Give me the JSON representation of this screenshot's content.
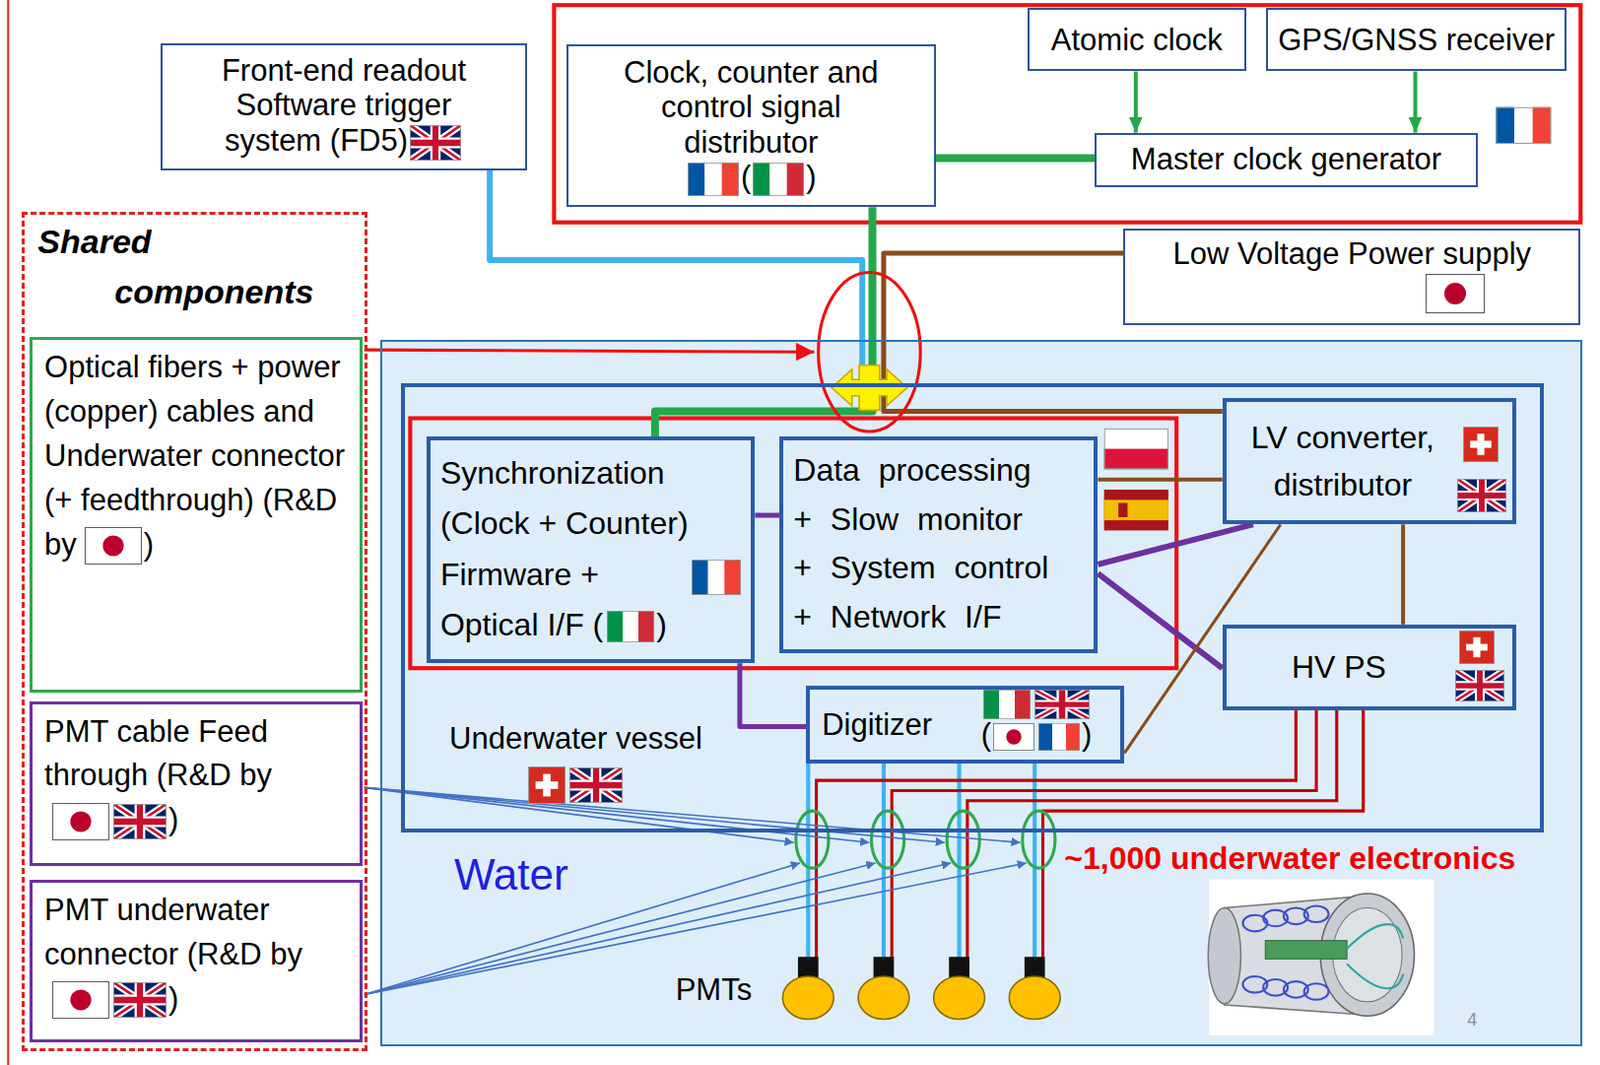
{
  "diagram": {
    "nodes": [
      {
        "text": [
          "Front-end readout Software trigger system (FD5)"
        ]
      },
      {
        "text": [
          "Clock, counter and control signal distributor",
          "(",
          ")"
        ]
      },
      {
        "text": [
          "Atomic clock"
        ]
      },
      {
        "text": [
          "GPS/GNSS receiver"
        ]
      },
      {
        "text": [
          "Master clock generator"
        ]
      },
      {
        "text": [
          "Low Voltage Power supply"
        ]
      },
      {
        "text": [
          "Shared components"
        ]
      },
      {
        "text": [
          "Optical fibers + power (copper) cables and Underwater connector (+ feedthrough) (R&D by",
          ")"
        ],
        "in": 6
      },
      {
        "text": [
          "PMT cable Feed through (R&D by",
          ")"
        ],
        "in": 6
      },
      {
        "text": [
          "PMT underwater connector (R&D by",
          ")"
        ],
        "in": 6
      },
      {
        "text": [
          "Water"
        ]
      },
      {
        "text": [
          "Underwater vessel"
        ],
        "in": 10
      },
      {
        "text": [
          "Synchronization (Clock + Counter) Firmware + Optical I/F (",
          ")"
        ],
        "in": 11
      },
      {
        "text": [
          "Data processing + Slow monitor + System control + Network I/F"
        ],
        "in": 11
      },
      {
        "text": [
          "LV converter, distributor"
        ],
        "in": 11
      },
      {
        "text": [
          "HV PS"
        ],
        "in": 11
      },
      {
        "text": [
          "Digitizer",
          "(",
          ")"
        ],
        "in": 11
      }
    ],
    "edges": [
      {
        "from": 2,
        "to": 4,
        "arrow": "to"
      },
      {
        "from": 3,
        "to": 4,
        "arrow": "to"
      },
      {
        "from": 4,
        "to": 1,
        "arrow": "none"
      },
      {
        "from": 1,
        "to": 12,
        "arrow": "none"
      },
      {
        "from": 0,
        "to": 11,
        "arrow": "none"
      },
      {
        "from": 5,
        "to": 14,
        "arrow": "none"
      },
      {
        "from": 12,
        "to": 13,
        "arrow": "none"
      },
      {
        "from": 13,
        "to": 14,
        "arrow": "none"
      },
      {
        "from": 13,
        "to": 14,
        "arrow": "none"
      },
      {
        "from": 13,
        "to": 15,
        "arrow": "none"
      },
      {
        "from": 14,
        "to": 15,
        "arrow": "none"
      },
      {
        "from": 14,
        "to": 16,
        "arrow": "none"
      },
      {
        "from": 12,
        "to": 16,
        "arrow": "none"
      }
    ],
    "labels": [
      "~1,000 underwater electronics",
      "PMTs",
      "4"
    ]
  }
}
